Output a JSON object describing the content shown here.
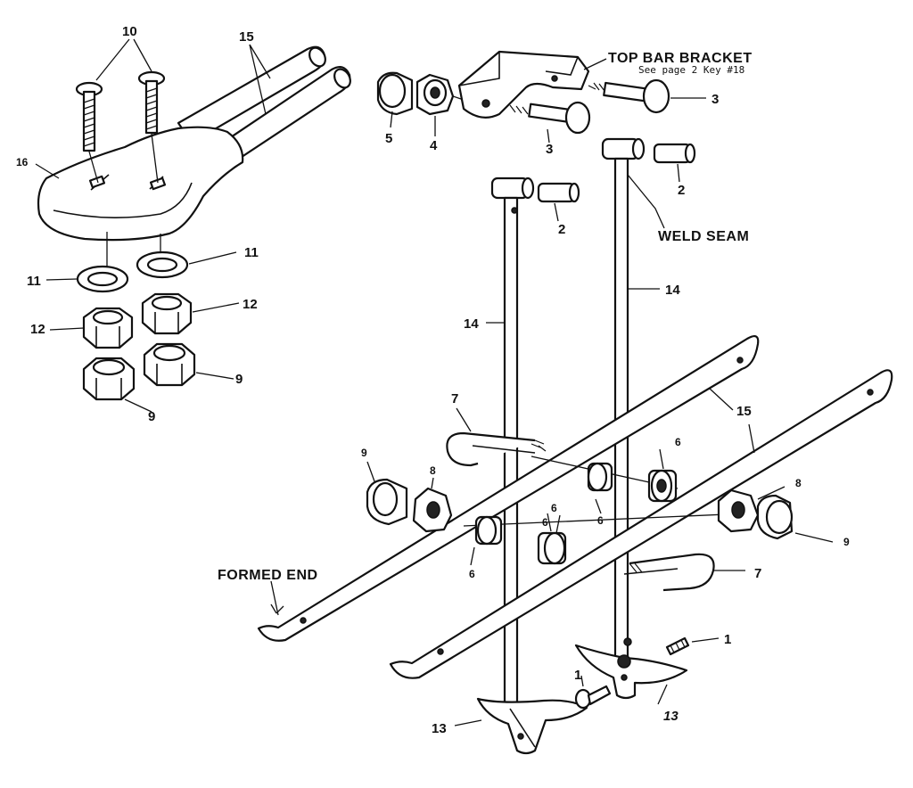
{
  "diagram": {
    "callouts": {
      "c1a": "1",
      "c1b": "1",
      "c2a": "2",
      "c2b": "2",
      "c3a": "3",
      "c3b": "3",
      "c4": "4",
      "c5": "5",
      "c6a": "6",
      "c6b": "6",
      "c6c": "6",
      "c6d": "6",
      "c6e": "6",
      "c7a": "7",
      "c7b": "7",
      "c8a": "8",
      "c8b": "8",
      "c9a": "9",
      "c9b": "9",
      "c9c": "9",
      "c9d": "9",
      "c10": "10",
      "c11a": "11",
      "c11b": "11",
      "c12a": "12",
      "c12b": "12",
      "c13a": "13",
      "c13b": "13",
      "c14a": "14",
      "c14b": "14",
      "c15a": "15",
      "c15b": "15",
      "c16": "16"
    },
    "captions": {
      "top_bar_bracket": "TOP BAR BRACKET",
      "see_page": "See page 2 Key #18",
      "weld_seam": "WELD SEAM",
      "formed_end": "FORMED END"
    }
  }
}
